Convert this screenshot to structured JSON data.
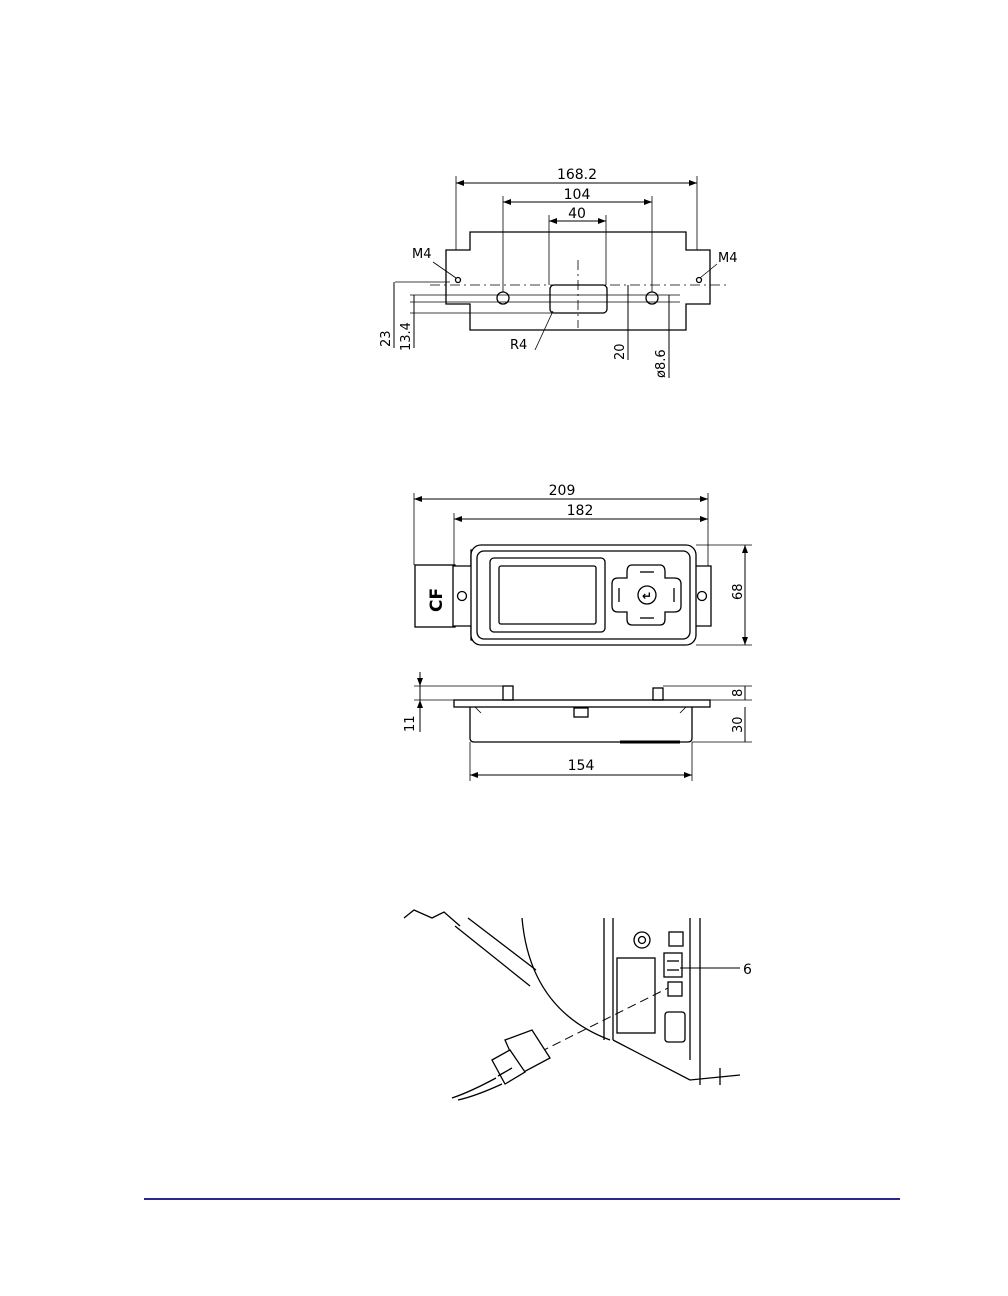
{
  "cutout_drawing": {
    "dim_overall_width": "168.2",
    "dim_hole_spacing": "104",
    "dim_window_width": "40",
    "label_thread_left": "M4",
    "label_thread_right": "M4",
    "dim_height_outer": "23",
    "dim_height_inner": "13.4",
    "label_radius": "R4",
    "dim_window_height": "20",
    "dim_hole_diameter": "ø8.6"
  },
  "panel_drawing": {
    "dim_total_width": "209",
    "dim_body_width": "182",
    "dim_height": "68",
    "label_card_slot": "CF",
    "dim_flange_height": "8",
    "dim_depth": "30",
    "dim_offset": "11",
    "dim_base_width": "154"
  },
  "connection_drawing": {
    "callout_number": "6"
  },
  "colors": {
    "footer_rule": "#2a2a8e",
    "line": "#000000"
  }
}
